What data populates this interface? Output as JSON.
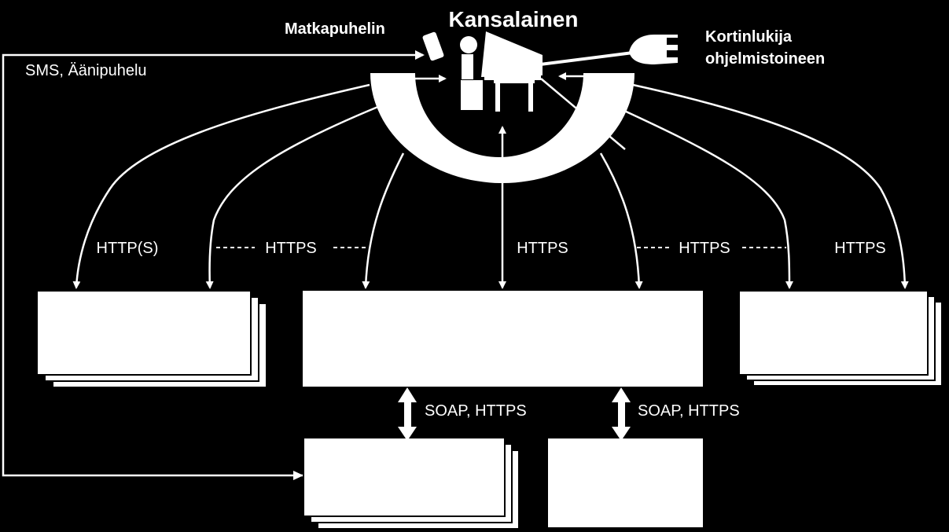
{
  "diagram": {
    "title": "Kansalainen",
    "device_labels": {
      "mobile_phone": "Matkapuhelin",
      "card_reader_line1": "Kortinlukija",
      "card_reader_line2": "ohjelmistoineen"
    },
    "channel_label": "SMS, Äänipuhelu",
    "protocol_labels": {
      "left_outer": "HTTP(S)",
      "left_middle": "HTTPS",
      "center": "HTTPS",
      "right_middle": "HTTPS",
      "right_outer": "HTTPS"
    },
    "soap_labels": {
      "left": "SOAP, HTTPS",
      "right": "SOAP, HTTPS"
    },
    "colors": {
      "background": "#000000",
      "foreground": "#ffffff"
    }
  }
}
